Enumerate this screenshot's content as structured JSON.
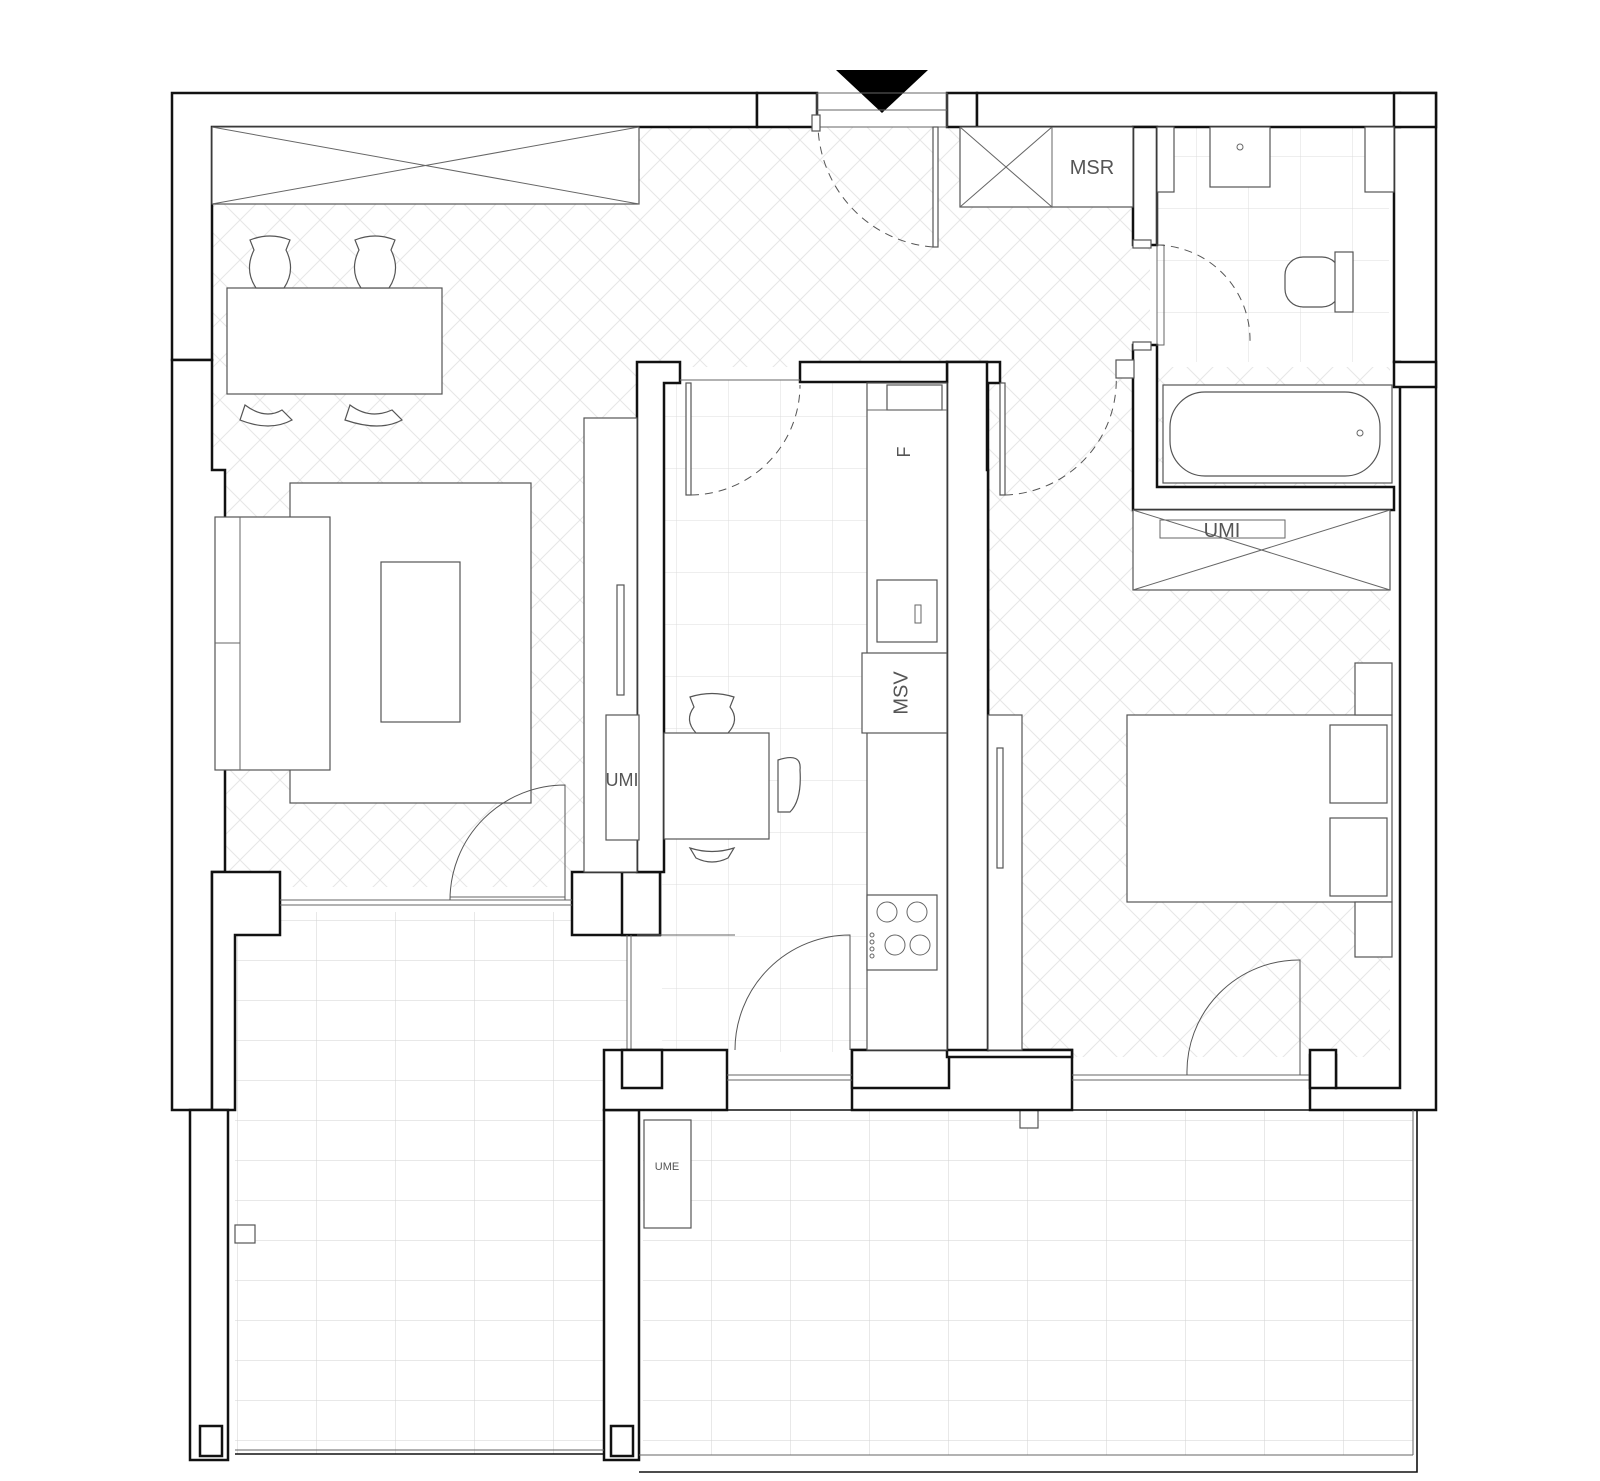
{
  "labels": {
    "msr": "MSR",
    "umi_bath": "UMI",
    "umi_hall": "UMI",
    "fridge": "F",
    "msv": "MSV",
    "ume": "UME"
  },
  "colors": {
    "wall": "#111111",
    "furniture": "#555555",
    "tile": "#cfcfcf",
    "parquet": "#e6e6e6",
    "entrance_marker": "#000000"
  }
}
